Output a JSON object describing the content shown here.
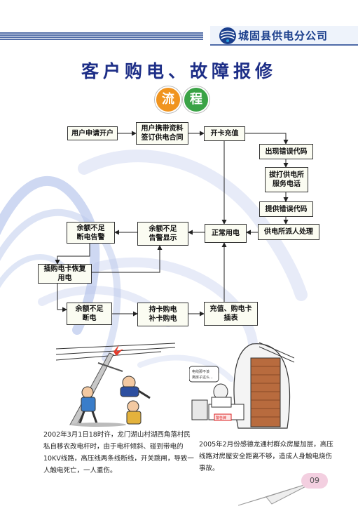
{
  "header": {
    "brand_name": "城固县供电分公司"
  },
  "title": {
    "main": "客户购电、故障报修",
    "sub_char_1": "流",
    "sub_char_2": "程"
  },
  "flow": {
    "apply": "用户申请开户",
    "sign": "用户携带资料\n签订供电合同",
    "card": "开卡充值",
    "error_code": "出现错误代码",
    "call": "拔打供电所\n服务电话",
    "provide_code": "提供错误代码",
    "dispatch": "供电所派人处理",
    "normal": "正常用电",
    "alarm_display": "余额不足\n告警显示",
    "alarm_cutoff": "余额不足\n断电告警",
    "reinsert": "插购电卡恢复\n用电",
    "cutoff": "余额不足\n断电",
    "buy": "持卡购电\n补卡购电",
    "recharge": "充值、购电卡\n插表"
  },
  "illustration_right": {
    "speech": "电线那不该\n离房子这么...",
    "sign": "警告牌"
  },
  "captions": {
    "left": "2002年3月1日18时许，龙门湖山村湖西角落村民私自移农改电杆时，由于电杆倾斜、碰到带电的10KV线路，高压线两条线断线，开关跳闸，导致一人触电死亡，一人重伤。",
    "right": "2005年2月份感德龙通村群众房屋加层，高压线路对房屋安全距离不够，造成人身触电烧伤事故。"
  },
  "page": {
    "number": "09"
  },
  "colors": {
    "brand_blue": "#1a3e8c",
    "title_blue": "#1d2e87",
    "circle_orange": "#f0941f",
    "circle_green": "#3aa346",
    "swirl_blue": "#b9c7ec"
  }
}
